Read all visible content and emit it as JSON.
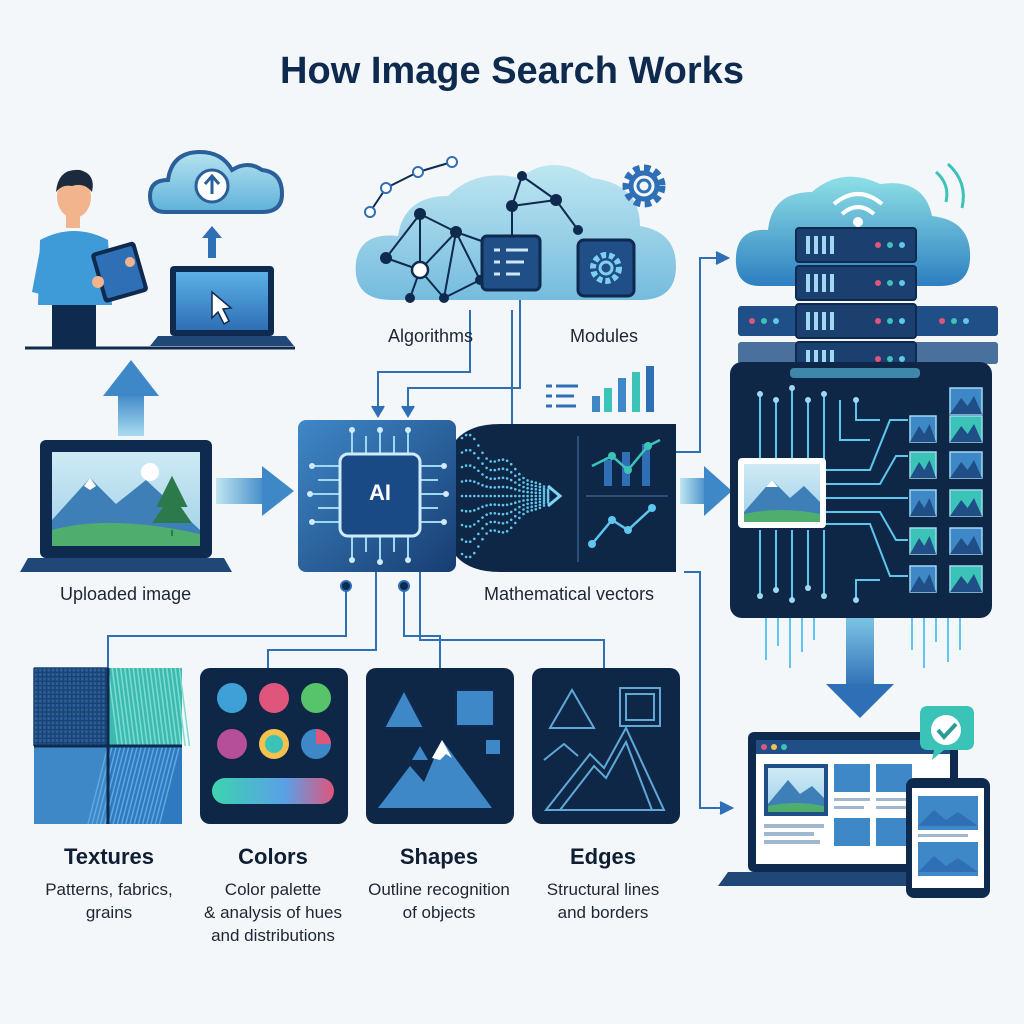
{
  "title": "How Image Search Works",
  "labels": {
    "uploaded_image": "Uploaded image",
    "algorithms": "Algorithms",
    "modules": "Modules",
    "mathematical_vectors": "Mathematical vectors",
    "ai_chip": "AI"
  },
  "features": [
    {
      "title": "Textures",
      "desc": [
        "Patterns, fabrics,",
        "grains"
      ]
    },
    {
      "title": "Colors",
      "desc": [
        "Color palette",
        "& analysis of hues",
        "and distributions"
      ]
    },
    {
      "title": "Shapes",
      "desc": [
        "Outline recognition",
        "of objects"
      ]
    },
    {
      "title": "Edges",
      "desc": [
        "Structural lines",
        "and borders"
      ]
    }
  ],
  "icons": [
    "person-with-tablet-icon",
    "cloud-upload-icon",
    "laptop-cursor-icon",
    "network-graph-icon",
    "gear-icon",
    "server-stack-icon",
    "wifi-icon",
    "ai-chip-icon",
    "checkmark-badge-icon"
  ],
  "colors": {
    "navy": "#0f2a4f",
    "dark_panel": "#132a4a",
    "blue": "#2f6fb5",
    "light_blue": "#4a9fd8",
    "teal": "#3cc3b8",
    "cloud": "#9fd8ea",
    "arrow": "#3f88c8"
  }
}
